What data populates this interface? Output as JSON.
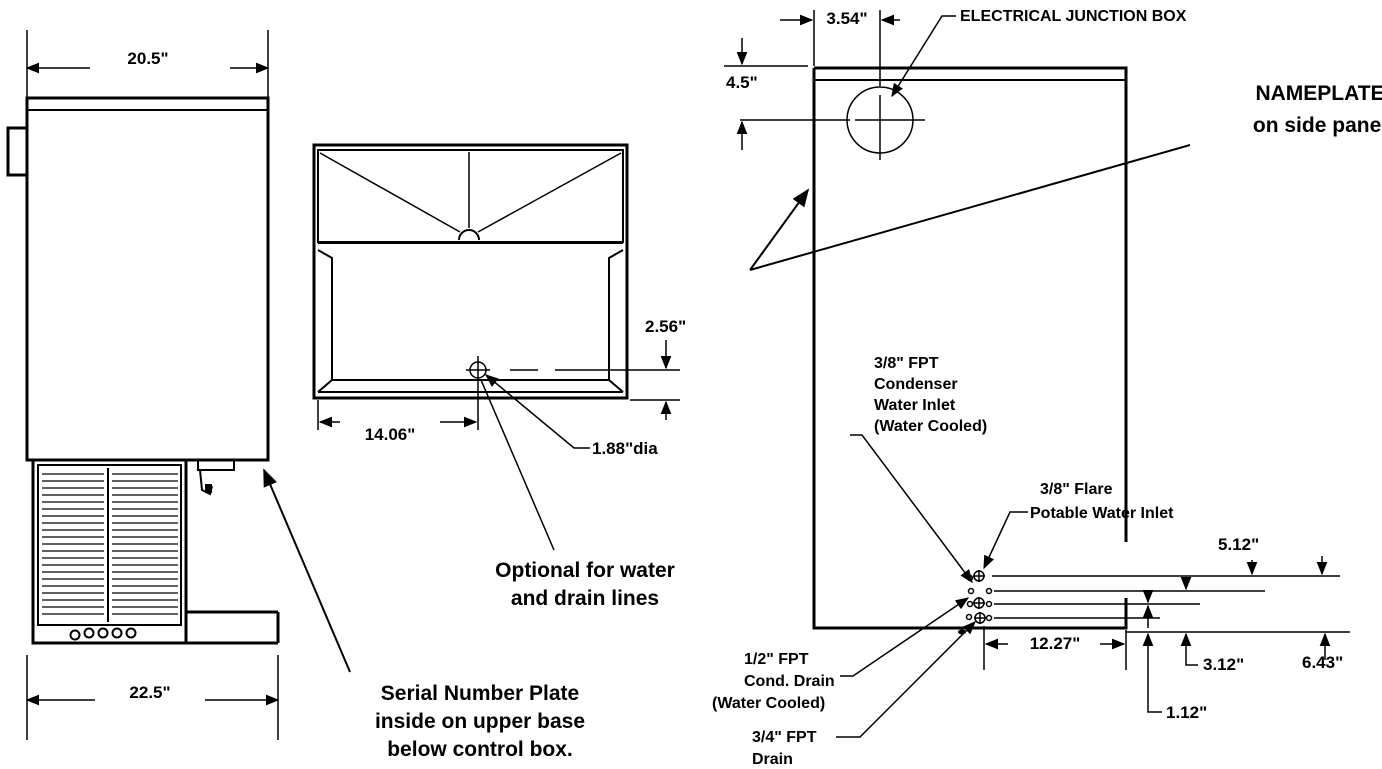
{
  "front_view": {
    "width_top": "20.5\"",
    "width_bottom": "22.5\""
  },
  "top_view": {
    "offset_right": "2.56\"",
    "offset_left": "14.06\"",
    "hole_dia": "1.88\"dia",
    "optional_note": [
      "Optional for water",
      "and drain lines"
    ]
  },
  "serial_note": [
    "Serial Number Plate",
    "inside on upper base",
    "below control box."
  ],
  "rear_view": {
    "dim_3_54": "3.54\"",
    "junction_box": "ELECTRICAL JUNCTION BOX",
    "dim_4_5": "4.5\"",
    "nameplate": [
      "NAMEPLATE",
      "on side panel"
    ],
    "condenser_inlet": [
      "3/8\" FPT",
      "Condenser",
      "Water Inlet",
      "(Water Cooled)"
    ],
    "potable_inlet": [
      "3/8\" Flare",
      "Potable Water Inlet"
    ],
    "dim_5_12": "5.12\"",
    "dim_12_27": "12.27\"",
    "dim_3_12": "3.12\"",
    "dim_6_43": "6.43\"",
    "dim_1_12": "1.12\"",
    "cond_drain": [
      "1/2\" FPT",
      "Cond. Drain",
      "(Water Cooled)"
    ],
    "drain": [
      "3/4\" FPT",
      "Drain"
    ]
  }
}
